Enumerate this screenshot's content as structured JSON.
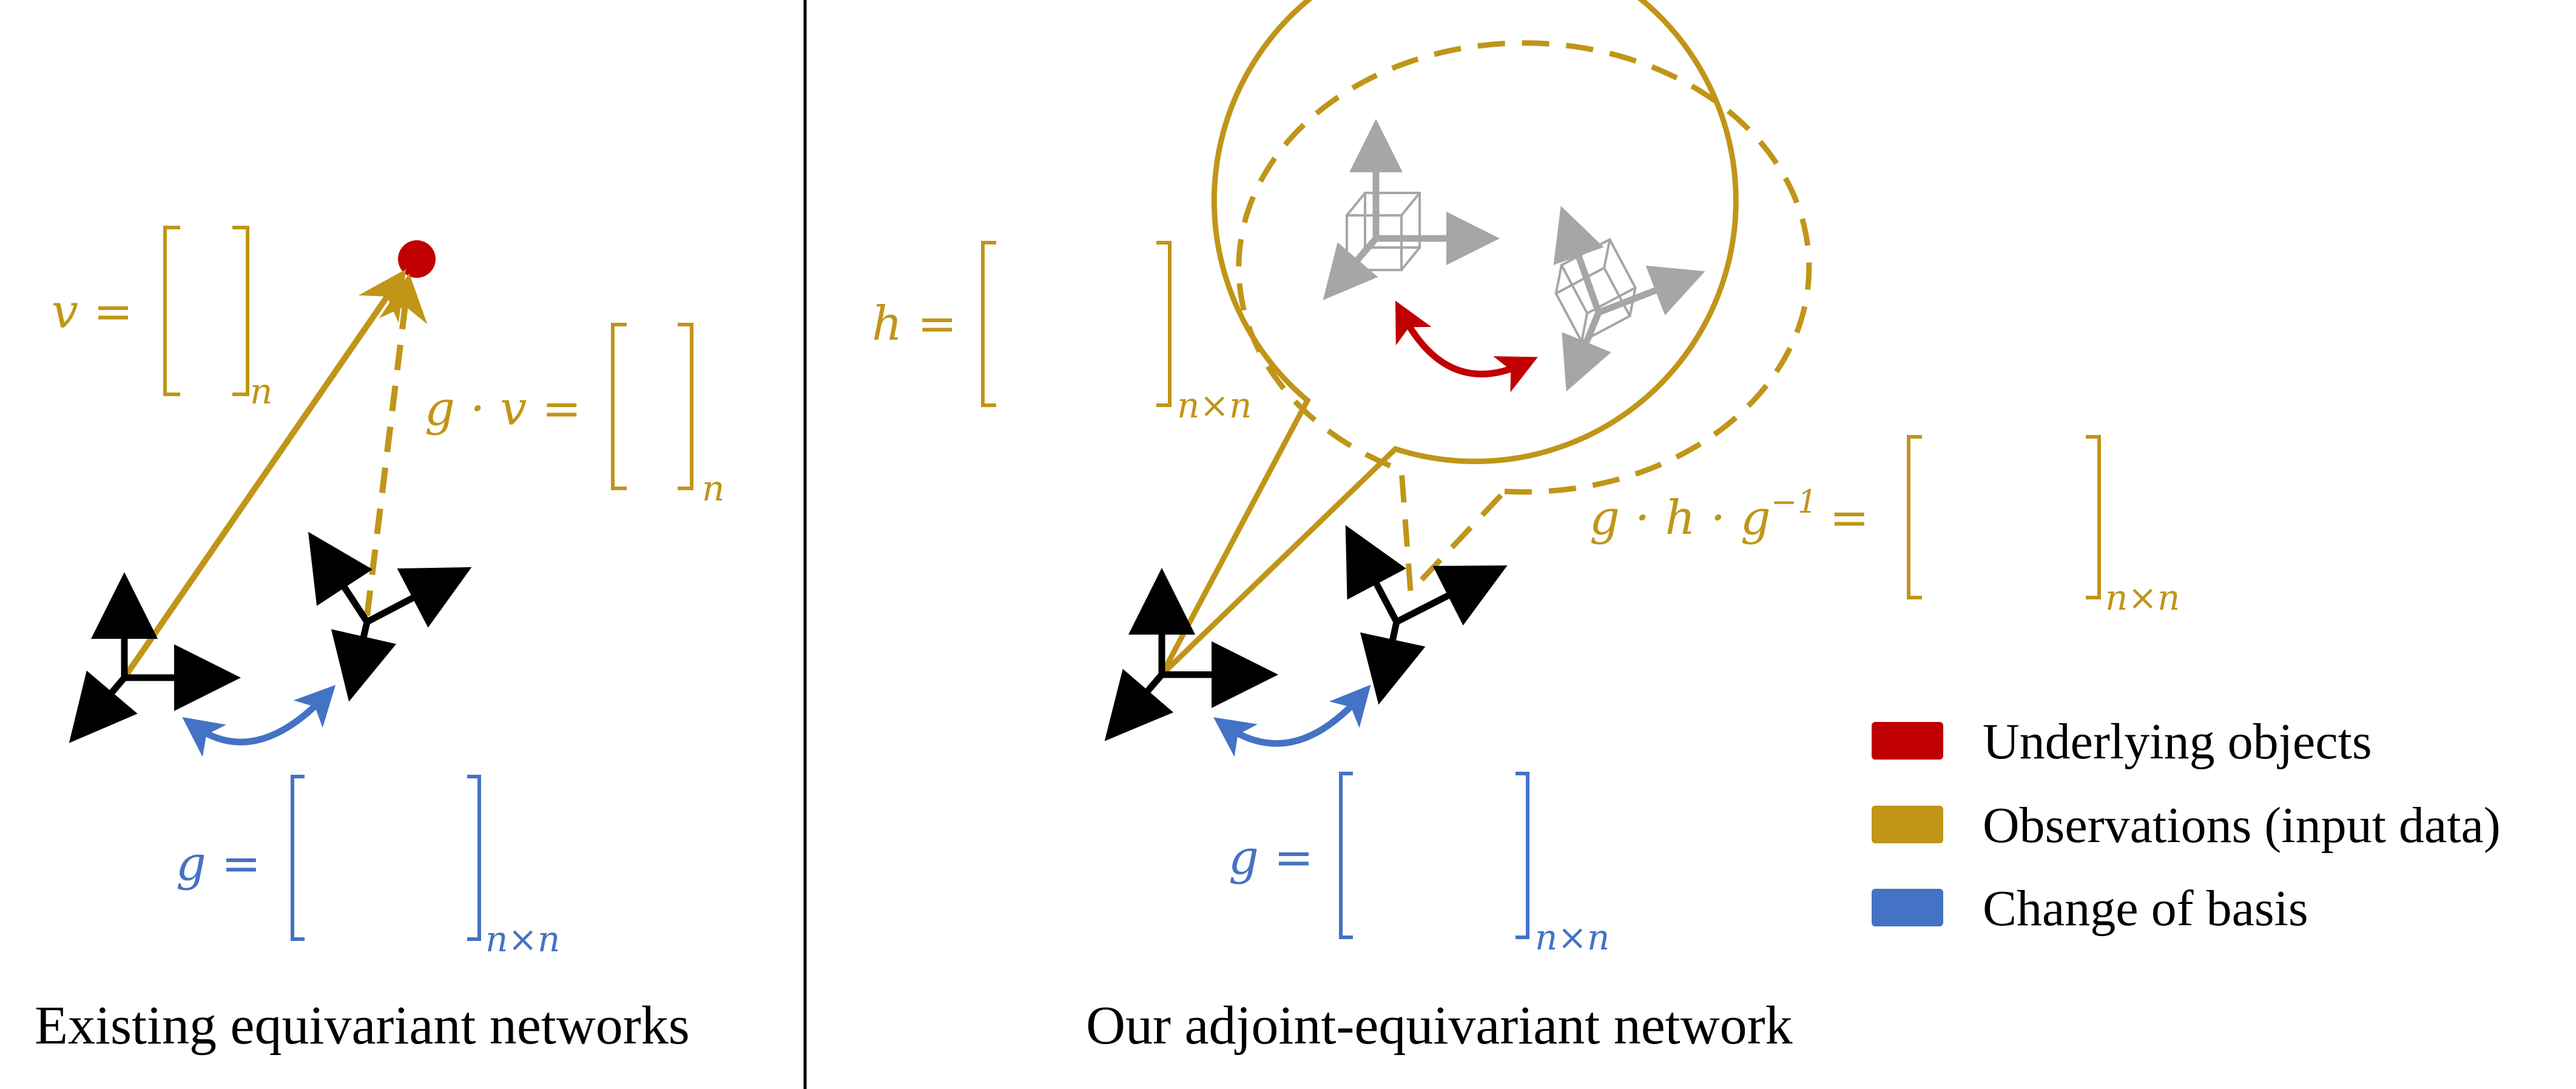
{
  "colors": {
    "underlying": "#C00000",
    "observation": "#C09518",
    "change_of_basis": "#4472C4",
    "frame": "#000000",
    "inner_frame": "#A6A6A6"
  },
  "left_panel": {
    "caption": "Existing equivariant networks",
    "v_lhs": "v =",
    "v_sub": "n",
    "gv_lhs": "g · v =",
    "gv_sub": "n",
    "g_lhs": "g =",
    "g_sub": "n×n"
  },
  "right_panel": {
    "caption": "Our adjoint-equivariant network",
    "h_lhs": "h =",
    "h_sub": "n×n",
    "ghg_lhs": "g · h · g",
    "ghg_sup": "−1",
    "ghg_eq": "=",
    "ghg_sub": "n×n",
    "g_lhs": "g =",
    "g_sub": "n×n"
  },
  "legend": [
    {
      "label": "Underlying objects",
      "color": "#C00000"
    },
    {
      "label": "Observations (input data)",
      "color": "#C09518"
    },
    {
      "label": "Change of basis",
      "color": "#4472C4"
    }
  ]
}
